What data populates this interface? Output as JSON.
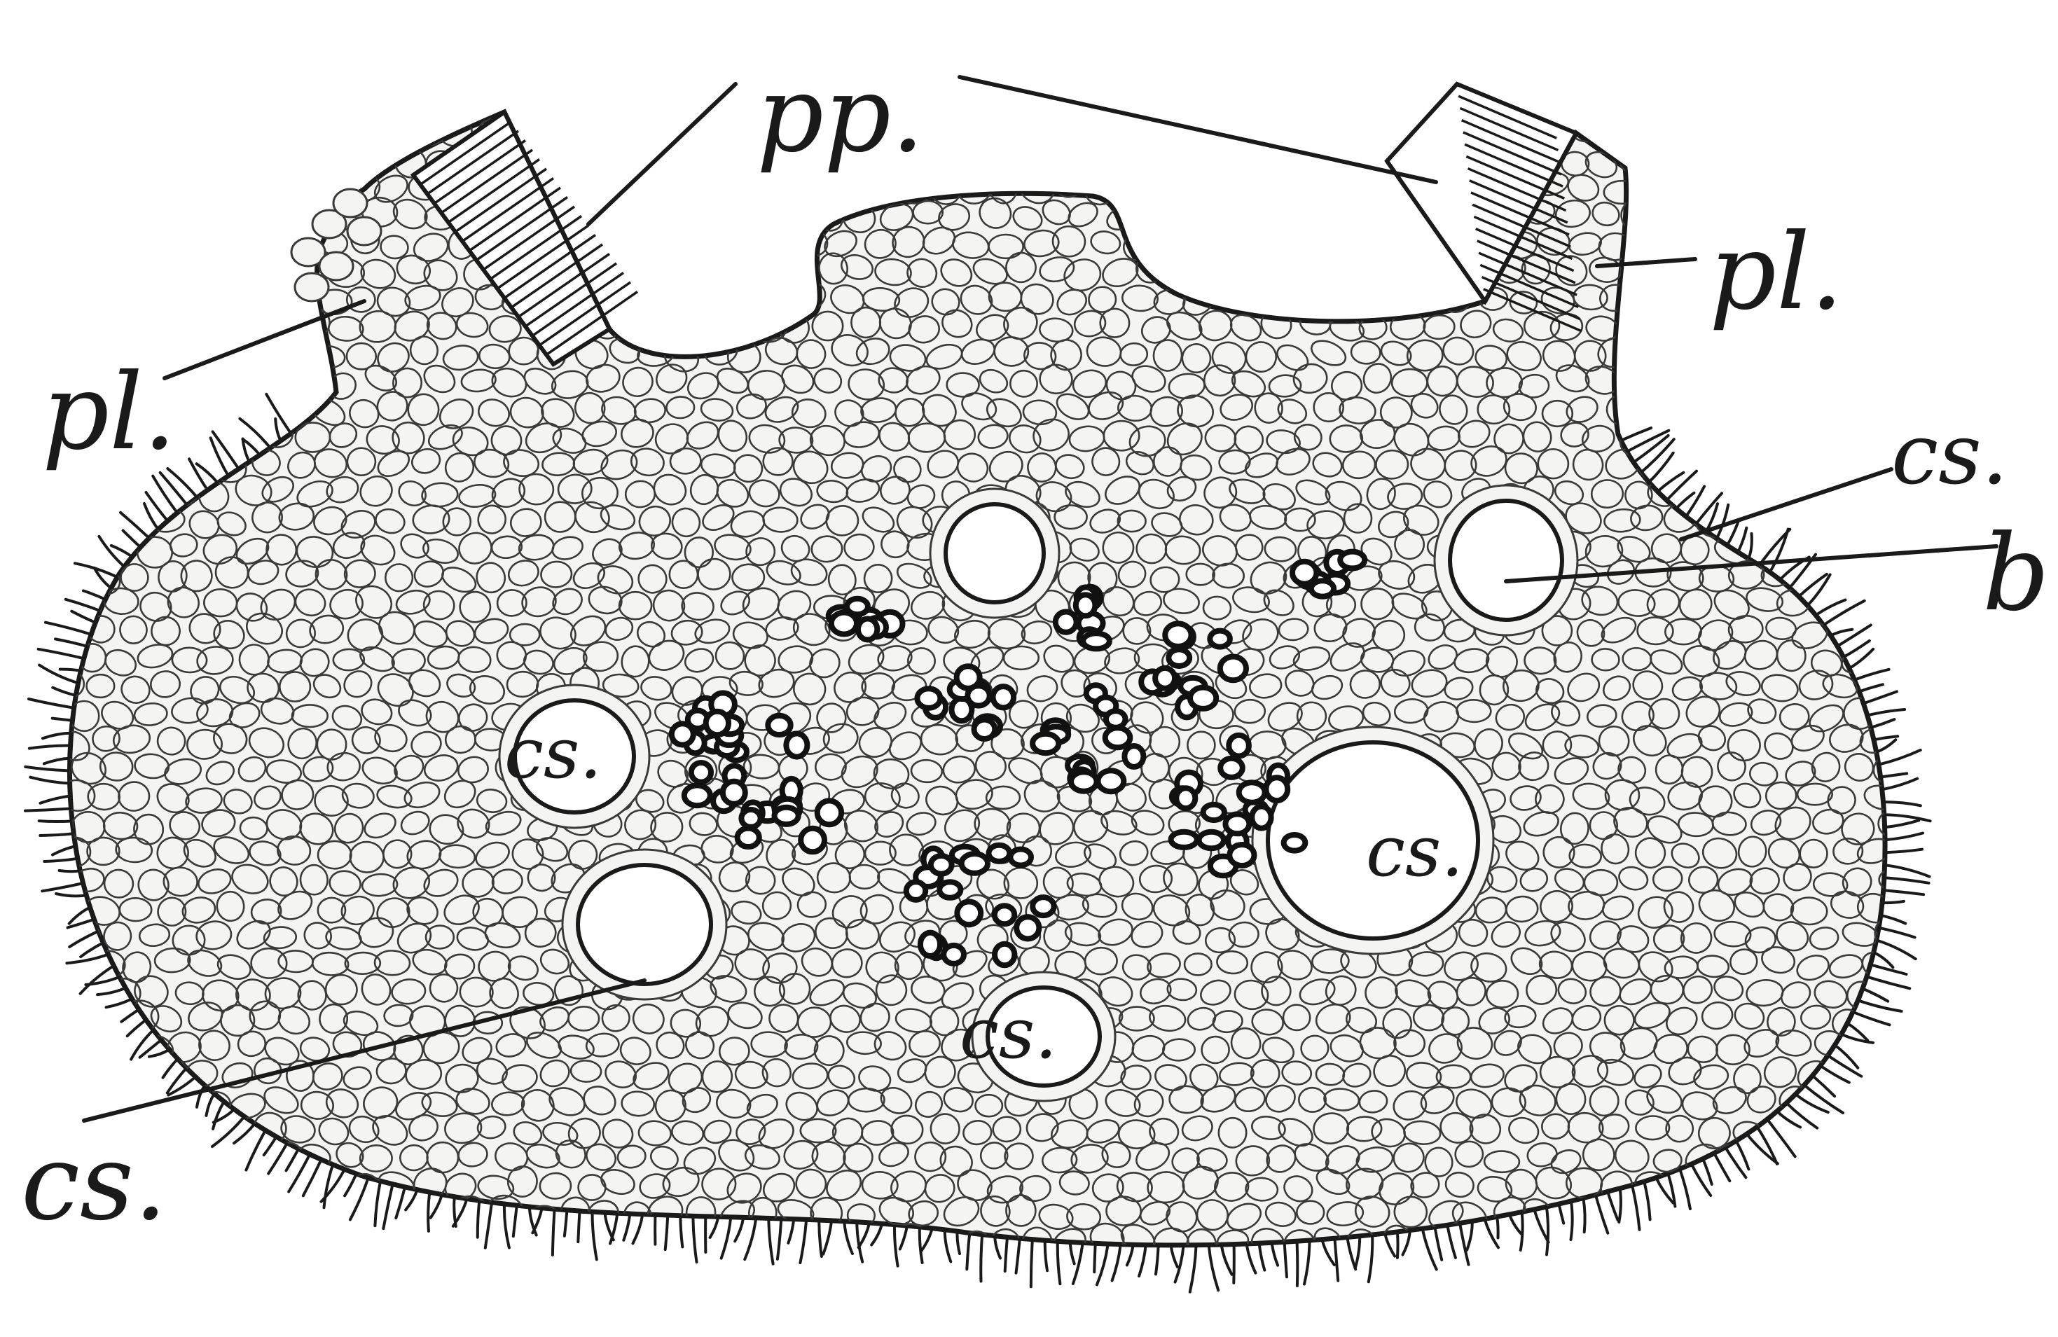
{
  "figure": {
    "labels": {
      "pp": "pp.",
      "pl_left": "pl.",
      "pl_right": "pl.",
      "cs_top_right": "cs.",
      "b": "b",
      "cs_bottom_left": "cs.",
      "cs_inner_left": "cs.",
      "cs_inner_right": "cs.",
      "cs_inner_bottom": "cs."
    },
    "colors": {
      "ink": "#1a1a1a",
      "tissue": "#f4f4f2",
      "cell_line": "#3a3a3a",
      "bundle": "#111111",
      "background": "#ffffff"
    }
  }
}
